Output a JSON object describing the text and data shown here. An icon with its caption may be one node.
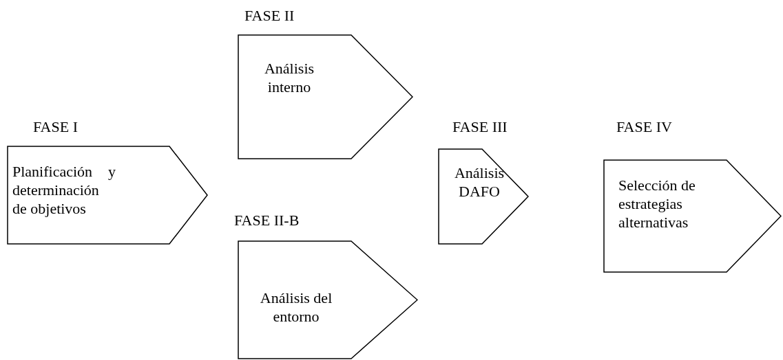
{
  "diagram": {
    "nodes": [
      {
        "text": [
          "FASE I",
          "Planificación y determinación de objetivos"
        ]
      },
      {
        "text": [
          "FASE II",
          "Análisis interno"
        ]
      },
      {
        "text": [
          "FASE II-B",
          "Análisis del entorno"
        ]
      },
      {
        "text": [
          "FASE III",
          "Análisis DAFO"
        ]
      },
      {
        "text": [
          "FASE IV",
          "Selección de estrategias alternativas"
        ]
      }
    ]
  }
}
